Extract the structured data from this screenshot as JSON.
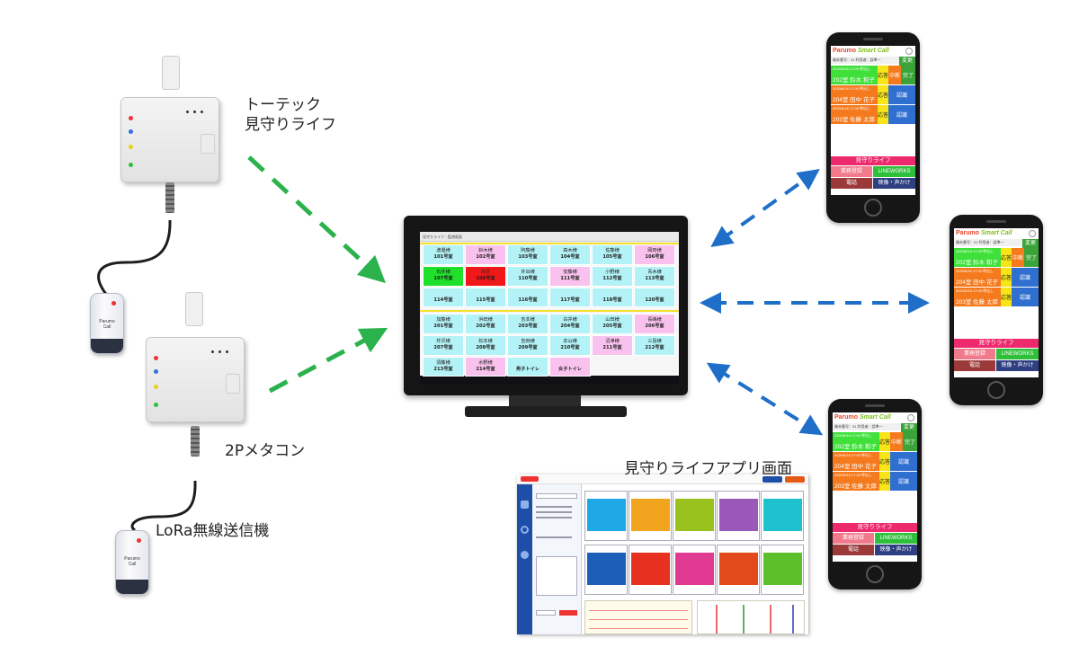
{
  "labels": {
    "totec": [
      "トーテック",
      "見守りライフ"
    ],
    "metacon": "2Pメタコン",
    "lora": "LoRa無線送信機",
    "app_title": "見守りライフアプリ画面"
  },
  "device": {
    "brand_top": "Parumo",
    "brand_bottom": "Call"
  },
  "monitor": {
    "title": "見守りライフ - 監視画面",
    "rooms": [
      {
        "name": "渡邊様",
        "room": "101号室",
        "color": "#b3f2f6"
      },
      {
        "name": "鈴木様",
        "room": "102号室",
        "color": "#f9c2ee"
      },
      {
        "name": "阿藤様",
        "room": "103号室",
        "color": "#b3f2f6"
      },
      {
        "name": "高木様",
        "room": "104号室",
        "color": "#b3f2f6"
      },
      {
        "name": "佐藤様",
        "room": "105号室",
        "color": "#b3f2f6"
      },
      {
        "name": "岡田様",
        "room": "106号室",
        "color": "#f9c2ee"
      },
      {
        "name": "石井様",
        "room": "107号室",
        "color": "#1fe02a"
      },
      {
        "name": "井沢",
        "room": "108号室",
        "color": "#f01818"
      },
      {
        "name": "井出様",
        "room": "110号室",
        "color": "#b3f2f6"
      },
      {
        "name": "安藤様",
        "room": "111号室",
        "color": "#f9c2ee"
      },
      {
        "name": "小野様",
        "room": "112号室",
        "color": "#b3f2f6"
      },
      {
        "name": "青木様",
        "room": "113号室",
        "color": "#b3f2f6"
      },
      {
        "name": "",
        "room": "114号室",
        "color": "#b3f2f6"
      },
      {
        "name": "",
        "room": "115号室",
        "color": "#b3f2f6"
      },
      {
        "name": "",
        "room": "116号室",
        "color": "#b3f2f6"
      },
      {
        "name": "",
        "room": "117号室",
        "color": "#b3f2f6"
      },
      {
        "name": "",
        "room": "118号室",
        "color": "#b3f2f6"
      },
      {
        "name": "",
        "room": "120号室",
        "color": "#b3f2f6"
      },
      {
        "name": "加藤様",
        "room": "201号室",
        "color": "#b3f2f6"
      },
      {
        "name": "浜田様",
        "room": "202号室",
        "color": "#b3f2f6"
      },
      {
        "name": "吉本様",
        "room": "203号室",
        "color": "#b3f2f6"
      },
      {
        "name": "白井様",
        "room": "204号室",
        "color": "#b3f2f6"
      },
      {
        "name": "山田様",
        "room": "205号室",
        "color": "#b3f2f6"
      },
      {
        "name": "長嶋様",
        "room": "206号室",
        "color": "#f9c2ee"
      },
      {
        "name": "芹沢様",
        "room": "207号室",
        "color": "#b3f2f6"
      },
      {
        "name": "松本様",
        "room": "208号室",
        "color": "#b3f2f6"
      },
      {
        "name": "吉田様",
        "room": "209号室",
        "color": "#b3f2f6"
      },
      {
        "name": "本山様",
        "room": "210号室",
        "color": "#b3f2f6"
      },
      {
        "name": "沼津様",
        "room": "211号室",
        "color": "#f9c2ee"
      },
      {
        "name": "三島様",
        "room": "212号室",
        "color": "#b3f2f6"
      },
      {
        "name": "須藤様",
        "room": "213号室",
        "color": "#b3f2f6"
      },
      {
        "name": "水野様",
        "room": "214号室",
        "color": "#f9c2ee"
      },
      {
        "name": "",
        "room": "男子トイレ",
        "color": "#b3f2f6"
      },
      {
        "name": "",
        "room": "女子トイレ",
        "color": "#f9c2ee"
      }
    ]
  },
  "phone": {
    "brand1": "Parumo",
    "brand2": "Smart Call",
    "subtitle": "端末番号：01 利用者：誤準一",
    "change": "変更",
    "rows": [
      {
        "time": "2020/6/16 17:00 呼出し",
        "text": "202室 鈴木 和子",
        "color": "#3fe03a"
      },
      {
        "time": "2020/6/16 17:00 呼出し",
        "text": "204室 田中 花子",
        "color": "#f47a1d"
      },
      {
        "time": "2020/6/16 17:00 呼出し",
        "text": "203室 佐藤 太郎",
        "color": "#f47a1d"
      }
    ],
    "respond": "応答",
    "pause": "中断",
    "done": "完了",
    "confirm": "認識",
    "life": "見守りライフ",
    "bottom": {
      "register": "業務登録",
      "lineworks": "LINEWORKS",
      "call": "電話",
      "video": "映像・声かけ"
    }
  },
  "colors": {
    "arrow_green": "#2bb24c",
    "arrow_blue": "#1f6fc8"
  }
}
